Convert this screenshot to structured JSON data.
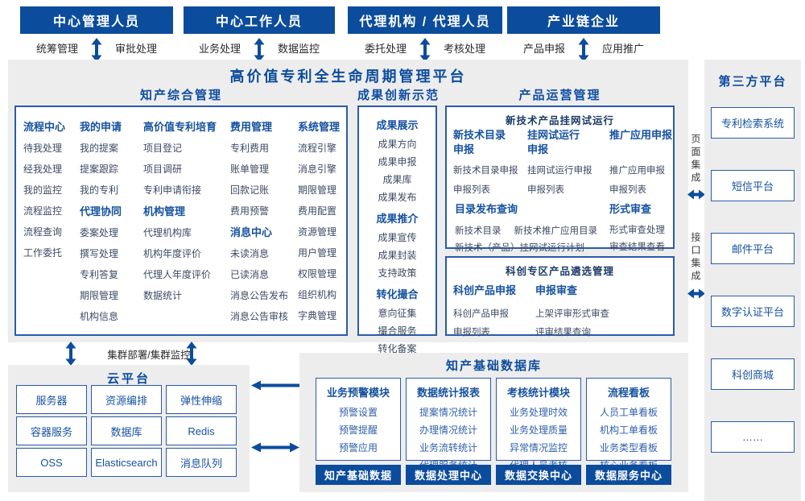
{
  "colors": {
    "primary_blue": "#0c4c9c",
    "header_blue": "#15519f",
    "item_text": "#3d4a63",
    "panel_grey": "#ededee",
    "border_blue": "#2a5ba8",
    "db_item_blue": "#2f5fa8"
  },
  "top_roles": [
    {
      "title": "中心管理人员",
      "left": "统筹管理",
      "right": "审批处理"
    },
    {
      "title": "中心工作人员",
      "left": "业务处理",
      "right": "数据监控"
    },
    {
      "title": "代理机构 / 代理人员",
      "left": "委托处理",
      "right": "考核处理"
    },
    {
      "title": "产业链企业",
      "left": "产品申报",
      "right": "应用推广"
    }
  ],
  "platform_title": "高价值专利全生命周期管理平台",
  "ip": {
    "title": "知产综合管理",
    "columns": [
      [
        {
          "h": "流程中心"
        },
        {
          "i": "待我处理"
        },
        {
          "i": "经我处理"
        },
        {
          "i": "我的监控"
        },
        {
          "i": "流程监控"
        },
        {
          "i": "流程查询"
        },
        {
          "i": "工作委托"
        }
      ],
      [
        {
          "h": "我的申请"
        },
        {
          "i": "我的提案"
        },
        {
          "i": "提案跟踪"
        },
        {
          "i": "我的专利"
        },
        {
          "h": "代理协同"
        },
        {
          "i": "委案处理"
        },
        {
          "i": "撰写处理"
        },
        {
          "i": "专利答复"
        },
        {
          "i": "期限管理"
        },
        {
          "i": "机构信息"
        }
      ],
      [
        {
          "h": "高价值专利培育"
        },
        {
          "i": "项目登记"
        },
        {
          "i": "项目调研"
        },
        {
          "i": "专利申请衔接"
        },
        {
          "h": "机构管理"
        },
        {
          "i": "代理机构库"
        },
        {
          "i": "机构年度评价"
        },
        {
          "i": "代理人年度评价"
        },
        {
          "i": "数据统计"
        }
      ],
      [
        {
          "h": "费用管理"
        },
        {
          "i": "专利费用"
        },
        {
          "i": "账单管理"
        },
        {
          "i": "回款记账"
        },
        {
          "i": "费用预警"
        },
        {
          "h": "消息中心"
        },
        {
          "i": "未读消息"
        },
        {
          "i": "已读消息"
        },
        {
          "i": "消息公告发布"
        },
        {
          "i": "消息公告审核"
        }
      ],
      [
        {
          "h": "系统管理"
        },
        {
          "i": "流程引擎"
        },
        {
          "i": "消息引擎"
        },
        {
          "i": "期限管理"
        },
        {
          "i": "费用配置"
        },
        {
          "i": "资源管理"
        },
        {
          "i": "用户管理"
        },
        {
          "i": "权限管理"
        },
        {
          "i": "组织机构"
        },
        {
          "i": "字典管理"
        }
      ]
    ]
  },
  "innovation": {
    "title": "成果创新示范",
    "list": [
      {
        "h": "成果展示"
      },
      {
        "i": "成果方向"
      },
      {
        "i": "成果申报"
      },
      {
        "i": "成果库"
      },
      {
        "i": "成果发布"
      },
      {
        "h": "成果推介"
      },
      {
        "i": "成果宣传"
      },
      {
        "i": "成果封装"
      },
      {
        "i": "支持政策"
      },
      {
        "h": "转化撮合"
      },
      {
        "i": "意向征集"
      },
      {
        "i": "撮合服务"
      },
      {
        "i": "转化备案"
      }
    ]
  },
  "product_ops": {
    "title": "产品运营管理",
    "box1": {
      "title": "新技术产品挂网试运行",
      "columns": [
        [
          {
            "h": "新技术目录\n申报"
          },
          {
            "i": "新技术目录申报"
          },
          {
            "i": "申报列表"
          }
        ],
        [
          {
            "h": "挂网试运行\n申报"
          },
          {
            "i": "挂网试运行申报"
          },
          {
            "i": "申报列表"
          }
        ],
        [
          {
            "h": "推广应用申报"
          },
          {
            "i": "推广应用申报"
          },
          {
            "i": "申报列表"
          }
        ]
      ],
      "catalog": {
        "header": "目录发布查询",
        "row1a": "新技术目录",
        "row1b": "新技术推广应用目录",
        "row2": "新技术（产品）挂网试运行计划"
      },
      "review": [
        {
          "h": "形式审查"
        },
        {
          "i": "形式审查处理"
        },
        {
          "i": "审查结果查看"
        }
      ]
    },
    "box2": {
      "title": "科创专区产品遴选管理",
      "columns": [
        [
          {
            "h": "科创产品申报"
          },
          {
            "i": "科创产品申报"
          },
          {
            "i": "申报列表"
          }
        ],
        [
          {
            "h": "申报审查"
          },
          {
            "i": "上架评审形式审查"
          },
          {
            "i": "评审结果查询"
          }
        ]
      ]
    }
  },
  "integration": {
    "page": "页面集成",
    "api": "接口集成"
  },
  "third_party": {
    "title": "第三方平台",
    "items": [
      "专利检索系统",
      "短信平台",
      "邮件平台",
      "数字认证平台",
      "科创商城",
      "……"
    ]
  },
  "cluster_label": "集群部署/集群监控",
  "cloud": {
    "title": "云平台",
    "cells": [
      "服务器",
      "资源编排",
      "弹性伸缩",
      "容器服务",
      "数据库",
      "Redis",
      "OSS",
      "Elasticsearch",
      "消息队列"
    ]
  },
  "database": {
    "title": "知产基础数据库",
    "modules": [
      {
        "header": "业务预警模块",
        "items": [
          "预警设置",
          "预警提醒",
          "预警应用"
        ],
        "footer": "知产基础数据"
      },
      {
        "header": "数据统计报表",
        "items": [
          "提案情况统计",
          "办理情况统计",
          "业务流转统计",
          "代理服务统计"
        ],
        "footer": "数据处理中心"
      },
      {
        "header": "考核统计模块",
        "items": [
          "业务处理时效",
          "业务处理质量",
          "异常情况监控",
          "代理人员考核"
        ],
        "footer": "数据交换中心"
      },
      {
        "header": "流程看板",
        "items": [
          "人员工单看板",
          "机构工单看板",
          "业务类型看板",
          "核心业务看板"
        ],
        "footer": "数据服务中心"
      }
    ]
  }
}
